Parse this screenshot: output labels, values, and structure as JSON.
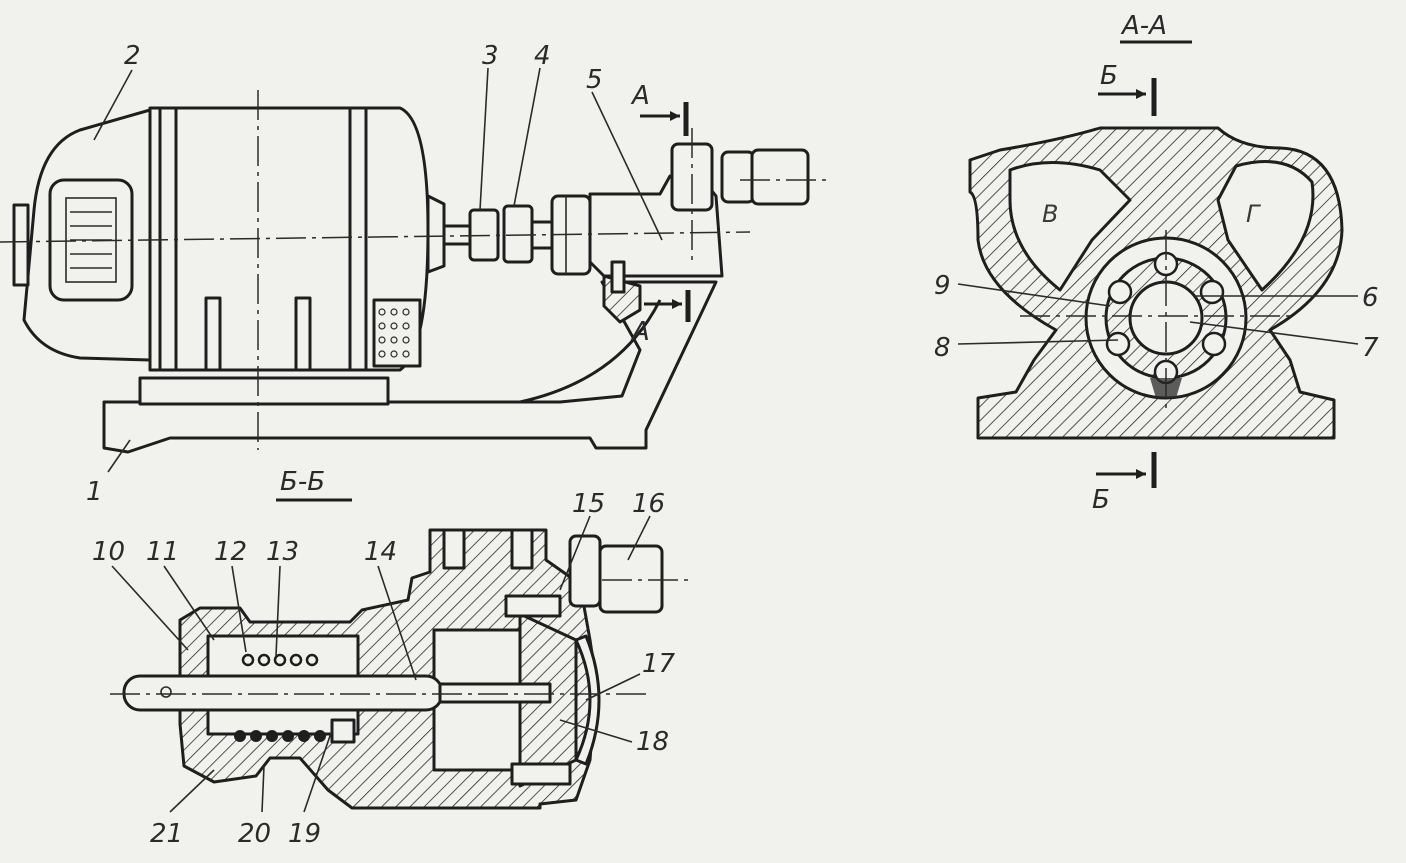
{
  "sections": {
    "aa_title": "А-А",
    "bb_title": "Б-Б",
    "cut_a_top": "А",
    "cut_a_bottom": "А",
    "cut_b_top": "Б",
    "cut_b_bottom": "Б"
  },
  "zones": {
    "left_chamber": "В",
    "right_chamber": "Г"
  },
  "callouts": [
    "1",
    "2",
    "3",
    "4",
    "5",
    "6",
    "7",
    "8",
    "9",
    "10",
    "11",
    "12",
    "13",
    "14",
    "15",
    "16",
    "17",
    "18",
    "19",
    "20",
    "21"
  ]
}
